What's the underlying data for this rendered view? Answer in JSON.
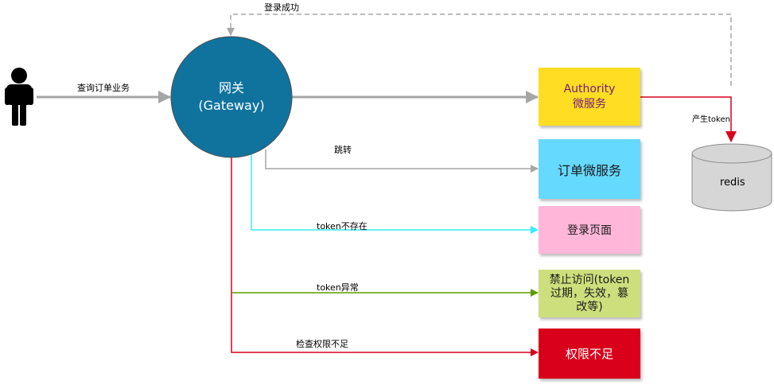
{
  "gateway": {
    "title": "网关",
    "subtitle": "(Gateway)"
  },
  "redis": {
    "label": "redis"
  },
  "nodes": {
    "authority": {
      "line1": "Authority",
      "line2": "微服务"
    },
    "order": {
      "label": "订单微服务"
    },
    "login": {
      "label": "登录页面"
    },
    "forbidden": {
      "line1": "禁止访问(token",
      "line2": "过期，失效，篡",
      "line3": "改等)"
    },
    "insufficient": {
      "label": "权限不足"
    }
  },
  "edges": {
    "login_success": "登录成功",
    "query_order": "查询订单业务",
    "gen_token": "产生token",
    "redirect": "跳转",
    "token_missing": "token不存在",
    "token_error": "token异常",
    "check_perm": "检查权限不足"
  },
  "colors": {
    "gateway": "#10739e",
    "authority": "#ffd966",
    "authority_bg": "#ffdd22",
    "order": "#66d9ff",
    "login": "#ffb6d9",
    "forbidden": "#cdde7c",
    "insufficient": "#d9001b",
    "redis": "#d6d6d6",
    "arrow_gray": "#a6a6a6",
    "arrow_red": "#d9001b",
    "arrow_cyan": "#33eeff",
    "arrow_green": "#5c9c00"
  }
}
